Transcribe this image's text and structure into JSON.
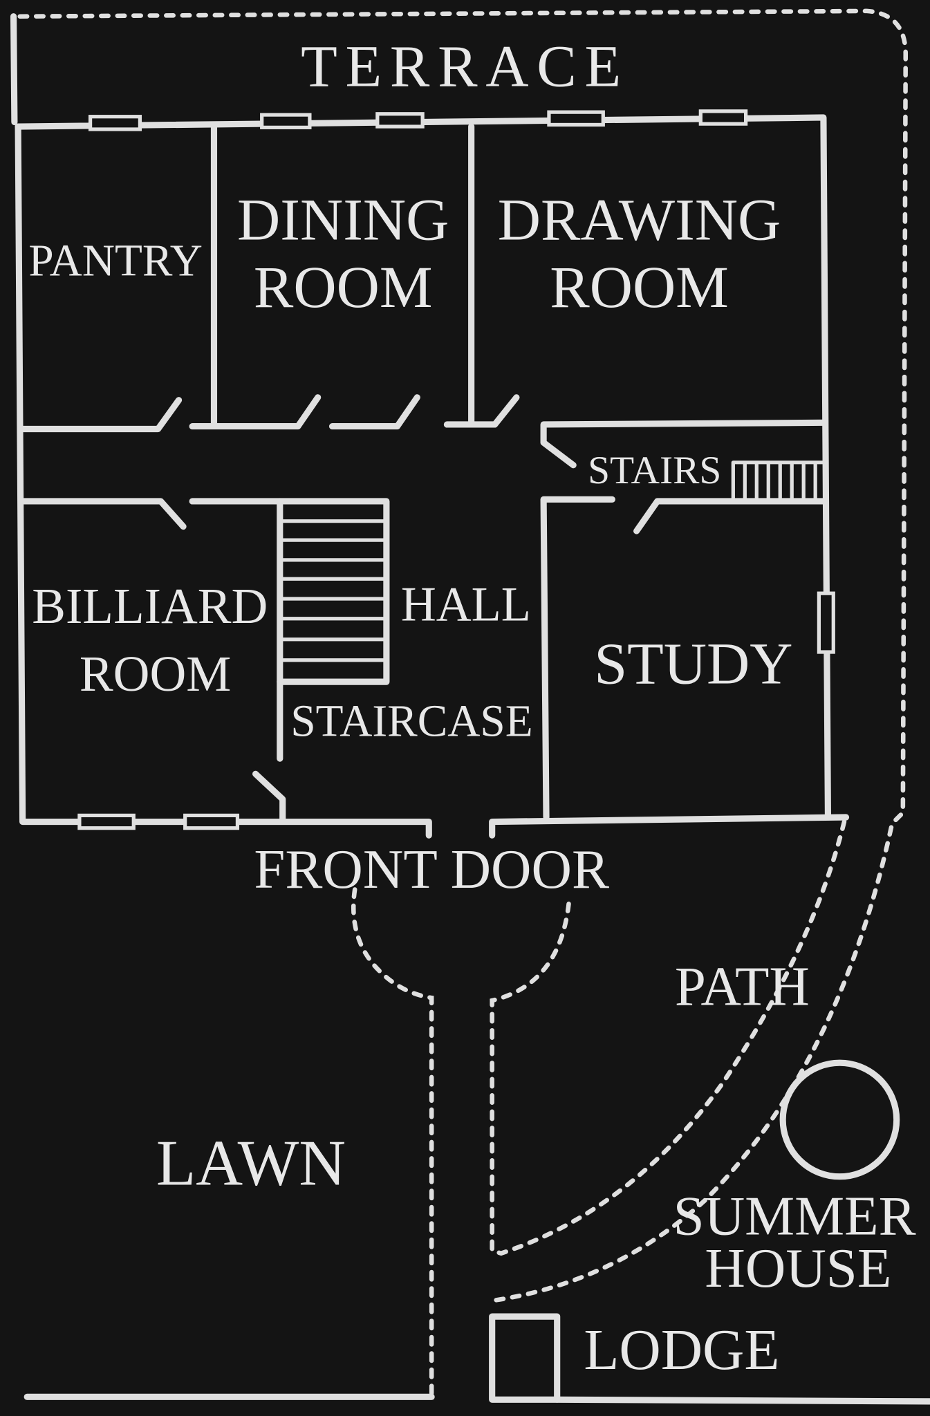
{
  "labels": {
    "terrace": "TERRACE",
    "pantry": "PANTRY",
    "dining_1": "DINING",
    "dining_2": "ROOM",
    "drawing_1": "DRAWING",
    "drawing_2": "ROOM",
    "stairs": "STAIRS",
    "billiard_1": "BILLIARD",
    "billiard_2": "ROOM",
    "hall": "HALL",
    "staircase": "STAIRCASE",
    "study": "STUDY",
    "front_door": "FRONT DOOR",
    "path": "PATH",
    "lawn": "LAWN",
    "summer_1": "SUMMER",
    "summer_2": "HOUSE",
    "lodge": "LODGE"
  },
  "colors": {
    "background": "#141414",
    "lines": "#e0e0e0"
  }
}
